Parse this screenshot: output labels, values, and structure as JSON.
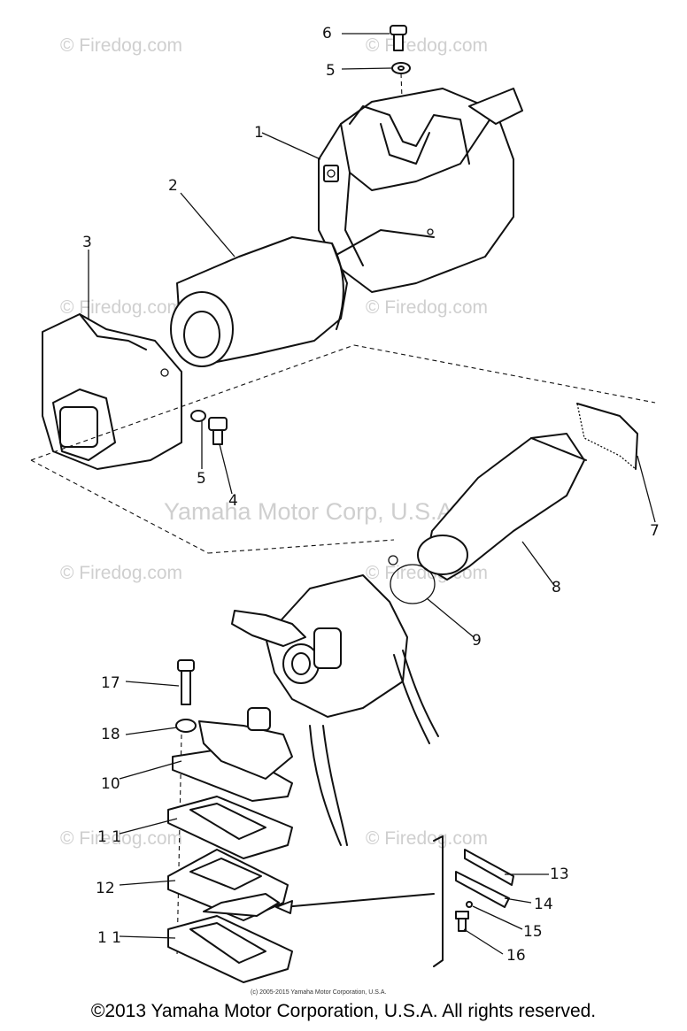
{
  "watermarks": {
    "firedog": "© Firedog.com",
    "center": "Yamaha Motor Corp, U.S.A."
  },
  "callouts": {
    "c1": "1",
    "c2": "2",
    "c3": "3",
    "c4": "4",
    "c5a": "5",
    "c5b": "5",
    "c6": "6",
    "c7": "7",
    "c8": "8",
    "c9": "9",
    "c10": "10",
    "c11a": "1 1",
    "c11b": "1 1",
    "c12": "12",
    "c13": "13",
    "c14": "14",
    "c15": "15",
    "c16": "16",
    "c17": "17",
    "c18": "18"
  },
  "small_copyright": "(c) 2005-2015 Yamaha Motor Corporation, U.S.A.",
  "footer": "©2013 Yamaha Motor Corporation, U.S.A. All rights reserved."
}
